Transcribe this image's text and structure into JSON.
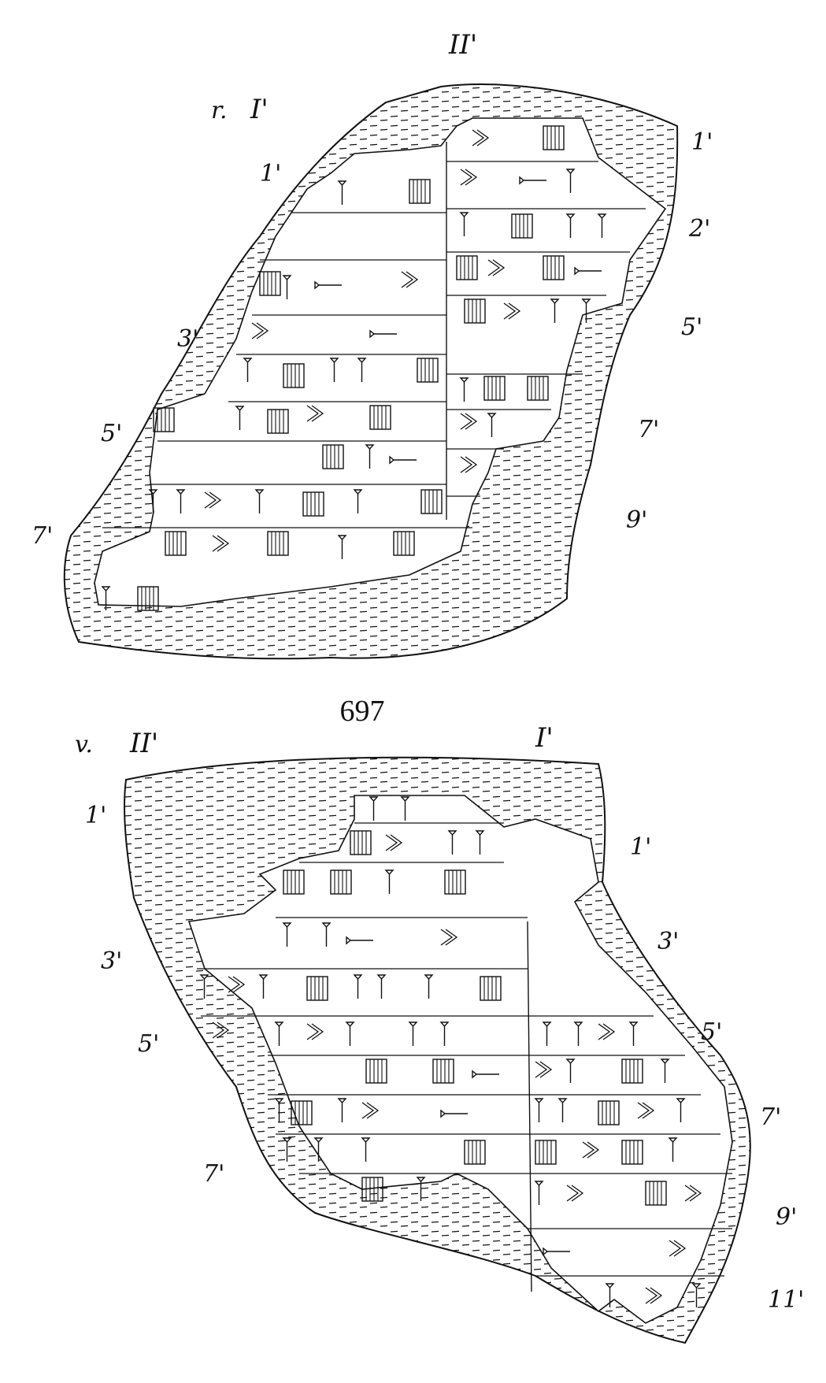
{
  "plate_number": "697",
  "obverse": {
    "side_label": "r.",
    "column_labels": [
      "I'",
      "II'"
    ],
    "col1_line_labels": [
      "1'",
      "3'",
      "5'",
      "7'"
    ],
    "col2_line_labels": [
      "1'",
      "2'",
      "5'",
      "7'",
      "9'"
    ]
  },
  "reverse": {
    "side_label": "v.",
    "column_labels": [
      "II'",
      "I'"
    ],
    "col2_line_labels": [
      "1'",
      "3'",
      "5'",
      "7'"
    ],
    "col1_line_labels": [
      "1'",
      "3'",
      "5'",
      "7'",
      "9'",
      "11'"
    ]
  },
  "colors": {
    "ink": "#111111",
    "paper": "#ffffff"
  }
}
